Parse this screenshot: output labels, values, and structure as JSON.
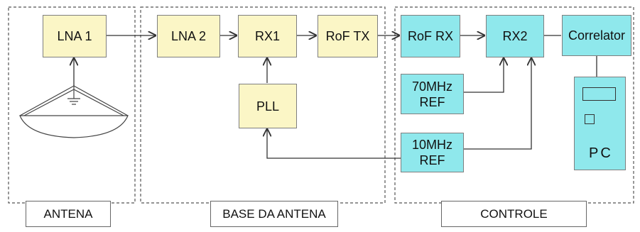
{
  "blocks": {
    "lna1": "LNA 1",
    "lna2": "LNA 2",
    "rx1": "RX1",
    "roftx": "RoF TX",
    "pll": "PLL",
    "rofrx": "RoF RX",
    "rx2": "RX2",
    "correlator": "Correlator",
    "ref70_line1": "70MHz",
    "ref70_line2": "REF",
    "ref10_line1": "10MHz",
    "ref10_line2": "REF",
    "pc": "PC"
  },
  "sections": {
    "antena": "ANTENA",
    "base": "BASE DA ANTENA",
    "controle": "CONTROLE"
  },
  "colors": {
    "yellow_block": "#fbf6c6",
    "cyan_block": "#8fe8ec",
    "line": "#333333"
  },
  "icons": [
    "dish-antenna-icon",
    "pc-monitor-icon"
  ]
}
